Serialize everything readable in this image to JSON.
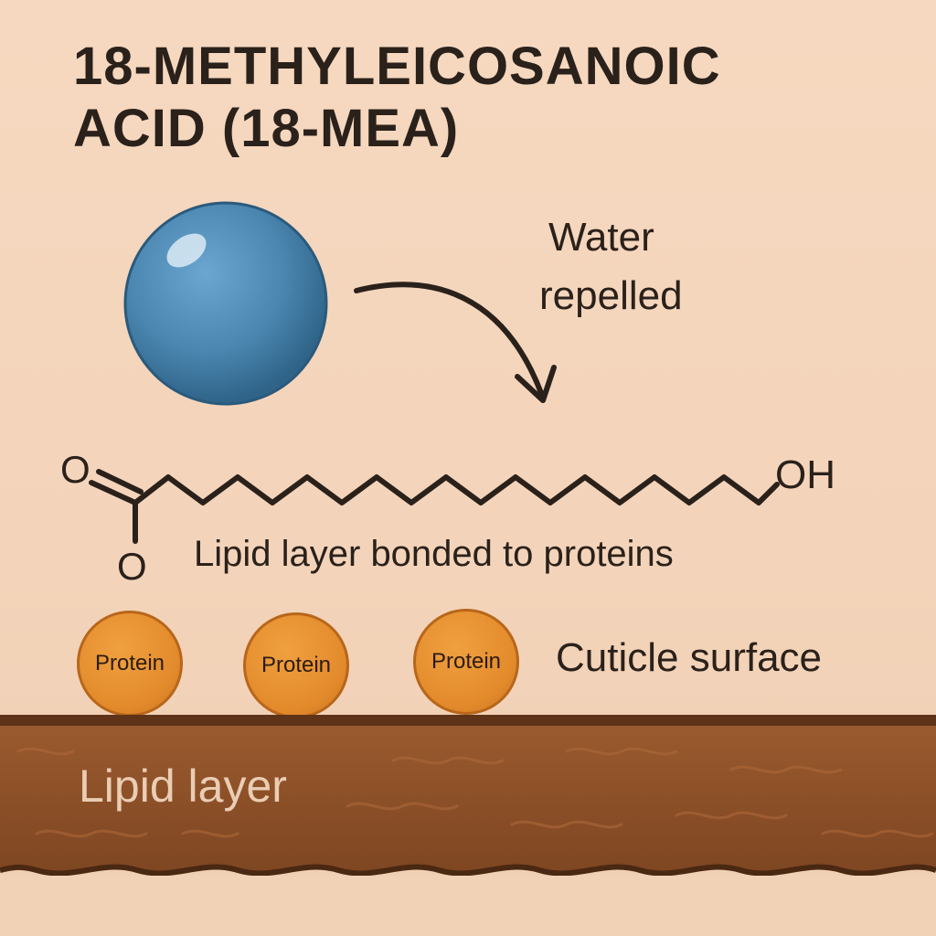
{
  "title": {
    "line1": "18-METHYLEICOSANOIC",
    "line2": "ACID (18-MEA)"
  },
  "water_label": {
    "line1": "Water",
    "line2": "repelled"
  },
  "molecule": {
    "o_top": "O",
    "o_bottom": "O",
    "oh": "OH"
  },
  "bond_label": "Lipid layer bonded to proteins",
  "proteins": [
    "Protein",
    "Protein",
    "Protein"
  ],
  "cuticle_label": "Cuticle surface",
  "lipid_layer_label": "Lipid layer",
  "colors": {
    "background": "#f5d6bd",
    "water_drop": "#4a86b0",
    "protein": "#e38b2c",
    "lipid_layer": "#8e5128",
    "text": "#2b211b"
  }
}
